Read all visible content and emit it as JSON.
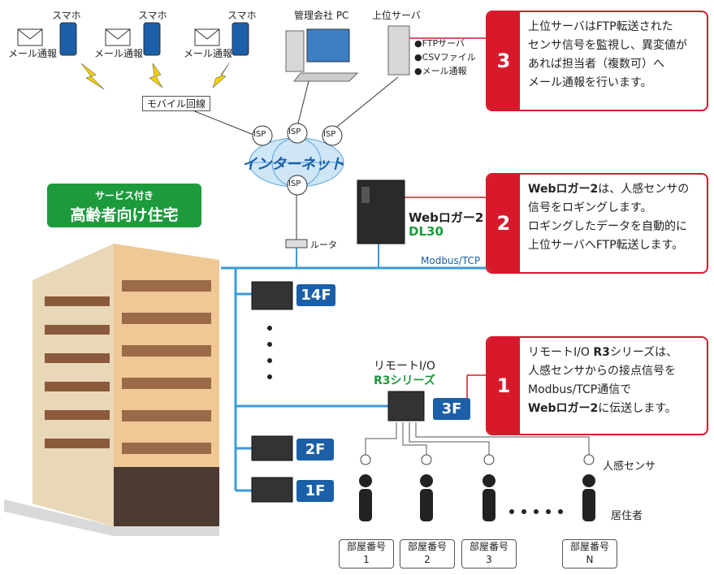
{
  "devices": {
    "smartphone_label": "スマホ",
    "mail_label": "メール通報",
    "mobile_line": "モバイル回線",
    "admin_pc": "管理会社 PC",
    "upper_server": "上位サーバ",
    "server_features": [
      "●FTPサーバ",
      "●CSVファイル",
      "●メール通報"
    ],
    "isp": "ISP",
    "internet": "インターネット",
    "router": "ルータ",
    "weblogger_name": "Webロガー2",
    "weblogger_model": "DL30",
    "network": "Modbus/TCP",
    "remote_io_line1": "リモートI/O",
    "remote_io_line2": "R3シリーズ",
    "sensor": "人感センサ",
    "resident": "居住者"
  },
  "building": {
    "line1": "サービス付き",
    "line2": "高齢者向け住宅"
  },
  "floors": [
    "14F",
    "3F",
    "2F",
    "1F"
  ],
  "rooms": [
    {
      "label": "部屋番号",
      "num": "1"
    },
    {
      "label": "部屋番号",
      "num": "2"
    },
    {
      "label": "部屋番号",
      "num": "3"
    },
    {
      "label": "部屋番号",
      "num": "N"
    }
  ],
  "callouts": {
    "c3": {
      "num": "3",
      "lines": [
        "上位サーバはFTP転送された",
        "センサ信号を監視し、異変値が",
        "あれば担当者（複数可）へ",
        "メール通報を行います。"
      ]
    },
    "c2": {
      "num": "2",
      "bold": "Webロガー2",
      "lines": [
        "は、人感センサの",
        "信号をロギングします。",
        "ロギングしたデータを自動的に",
        "上位サーバへFTP転送します。"
      ]
    },
    "c1": {
      "num": "1",
      "line1a": "リモートI/O ",
      "line1b": "R3",
      "line1c": "シリーズは、",
      "lines": [
        "人感センサからの接点信号を",
        "Modbus/TCP通信で"
      ],
      "line4b": "Webロガー2",
      "line4c": "に伝送します。"
    }
  },
  "colors": {
    "accent_red": "#d8192c",
    "floor_blue": "#1a5fa8",
    "network_blue": "#3b9ad8",
    "green": "#1c9a3c"
  }
}
